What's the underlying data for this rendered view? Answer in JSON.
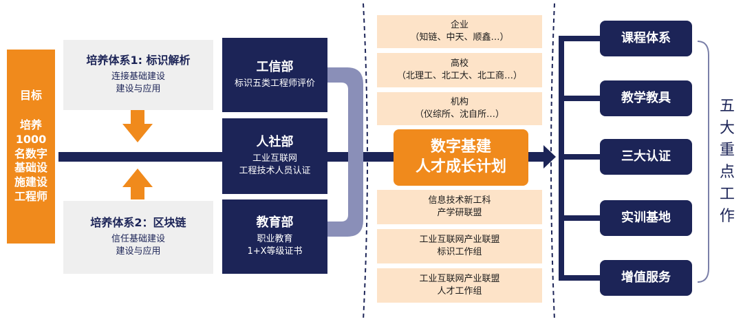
{
  "goal": {
    "label": "目标",
    "lines": [
      "培养",
      "1000",
      "名数字",
      "基础设",
      "施建设",
      "工程师"
    ]
  },
  "systems": [
    {
      "title": "培养体系1: 标识解析",
      "lines": [
        "连接基础建设",
        "建设与应用"
      ]
    },
    {
      "title": "培养体系2：区块链",
      "lines": [
        "信任基础建设",
        "建设与应用"
      ]
    }
  ],
  "ministries": [
    {
      "name": "工信部",
      "lines": [
        "标识五类工程师评价"
      ]
    },
    {
      "name": "人社部",
      "lines": [
        "工业互联网",
        "工程技术人员认证"
      ]
    },
    {
      "name": "教育部",
      "lines": [
        "职业教育",
        "1+X等级证书"
      ]
    }
  ],
  "partners_top": [
    {
      "title": "企业",
      "detail": "（知链、中天、顺鑫…）"
    },
    {
      "title": "高校",
      "detail": "（北理工、北工大、北工商…）"
    },
    {
      "title": "机构",
      "detail": "（仪综所、沈自所…）"
    }
  ],
  "plan": {
    "line1": "数字基建",
    "line2": "人才成长计划"
  },
  "partners_bottom": [
    {
      "lines": [
        "信息技术新工科",
        "产学研联盟"
      ]
    },
    {
      "lines": [
        "工业互联网产业联盟",
        "标识工作组"
      ]
    },
    {
      "lines": [
        "工业互联网产业联盟",
        "人才工作组"
      ]
    }
  ],
  "tasks": [
    "课程体系",
    "教学教具",
    "三大认证",
    "实训基地",
    "增值服务"
  ],
  "tasks_label": [
    "五",
    "大",
    "重",
    "点",
    "工",
    "作"
  ],
  "colors": {
    "navy": "#1c2457",
    "orange": "#f08a1c",
    "peach": "#fde3c8",
    "gray": "#efefef",
    "bracket": "#7a7fa8"
  }
}
